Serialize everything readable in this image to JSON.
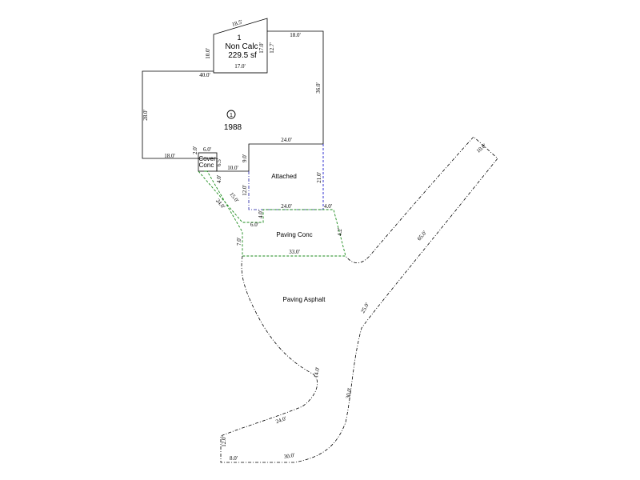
{
  "areas": {
    "non_calc": {
      "number": "1",
      "name": "Non Calc",
      "area": "229.5 sf"
    },
    "main": {
      "symbol": "1",
      "year": "1988"
    },
    "cover_conc": {
      "line1": "Cover",
      "line2": "Conc"
    },
    "attached": {
      "name": "Attached"
    },
    "paving_conc": {
      "name": "Paving Conc"
    },
    "paving_asphalt": {
      "name": "Paving Asphalt"
    }
  },
  "dimensions": {
    "nc_top": "18.5'",
    "nc_left": "10.0'",
    "nc_right_a": "17.0'",
    "nc_right_b": "12.7'",
    "nc_bottom": "17.0'",
    "main_top_right": "18.0'",
    "main_top_left": "40.0'",
    "main_right": "36.0'",
    "main_left": "28.0'",
    "main_bottom_left": "18.0'",
    "cover_top": "6.0'",
    "cover_left": "2.0'",
    "cover_right": "6.5'",
    "main_step": "10.0'",
    "garage_top": "24.0'",
    "garage_left_a": "9.0'",
    "garage_left_b": "12.0'",
    "garage_right": "21.0'",
    "garage_bottom": "24.0'",
    "garage_bottom_right": "4.0'",
    "walk_a": "4.0'",
    "walk_b": "15.0'",
    "walk_c": "24.0'",
    "walk_d": "4.0'",
    "walk_e": "6.0'",
    "conc_right": "4.2'",
    "conc_left": "7.0'",
    "conc_bottom": "33.0'",
    "drive_end": "10.0'",
    "drive_long": "65.0'",
    "drive_mid": "25.0'",
    "drive_right": "30.0'",
    "drive_inner": "14.0'",
    "drive_inner_b": "24.0'",
    "drive_stub_left": "12.0'",
    "drive_stub_bottom": "8.0'",
    "drive_bottom": "30.0'"
  }
}
